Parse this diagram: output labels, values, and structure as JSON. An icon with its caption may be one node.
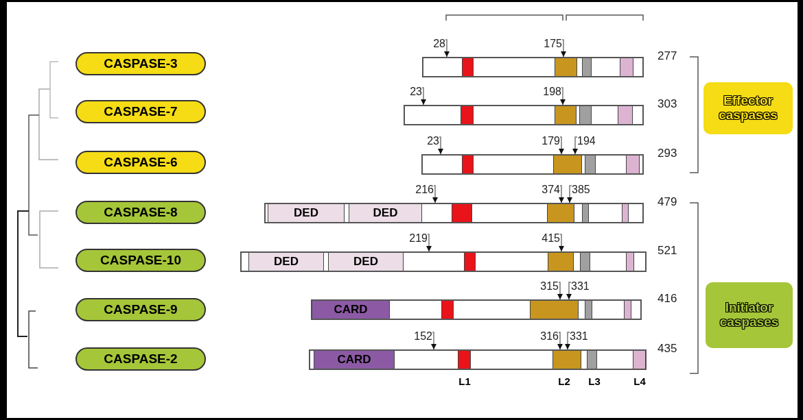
{
  "diagram": {
    "nodes": [
      {
        "text": [
          "CASPASE-3"
        ]
      },
      {
        "text": [
          "CASPASE-7"
        ]
      },
      {
        "text": [
          "CASPASE-6"
        ]
      },
      {
        "text": [
          "CASPASE-8"
        ]
      },
      {
        "text": [
          "CASPASE-10"
        ]
      },
      {
        "text": [
          "CASPASE-9"
        ]
      },
      {
        "text": [
          "CASPASE-2"
        ]
      },
      {
        "text": [],
        "shape": "bar",
        "beside": [
          "277"
        ]
      },
      {
        "text": [],
        "shape": "bar",
        "beside": [
          "303"
        ]
      },
      {
        "text": [],
        "shape": "bar",
        "beside": [
          "293"
        ]
      },
      {
        "text": [],
        "shape": "bar",
        "beside": [
          "479"
        ]
      },
      {
        "text": [],
        "shape": "bar",
        "beside": [
          "521"
        ]
      },
      {
        "text": [],
        "shape": "bar",
        "beside": [
          "416"
        ]
      },
      {
        "text": [],
        "shape": "bar",
        "beside": [
          "435"
        ]
      },
      {
        "text": [
          "DED"
        ],
        "in": 10
      },
      {
        "text": [
          "DED"
        ],
        "in": 10
      },
      {
        "text": [
          "DED"
        ],
        "in": 11
      },
      {
        "text": [
          "DED"
        ],
        "in": 11
      },
      {
        "text": [
          "CARD"
        ],
        "in": 12
      },
      {
        "text": [
          "CARD"
        ],
        "in": 13
      },
      {
        "text": [
          "Effector caspases"
        ]
      },
      {
        "text": [
          "Initiator caspases"
        ]
      },
      {
        "text": [
          "28"
        ]
      },
      {
        "text": [
          "175"
        ]
      },
      {
        "text": [
          "23"
        ]
      },
      {
        "text": [
          "198"
        ]
      },
      {
        "text": [
          "23"
        ]
      },
      {
        "text": [
          "179"
        ]
      },
      {
        "text": [
          "194"
        ]
      },
      {
        "text": [
          "216"
        ]
      },
      {
        "text": [
          "374"
        ]
      },
      {
        "text": [
          "385"
        ]
      },
      {
        "text": [
          "219"
        ]
      },
      {
        "text": [
          "415"
        ]
      },
      {
        "text": [
          "315"
        ]
      },
      {
        "text": [
          "331"
        ]
      },
      {
        "text": [
          "152"
        ]
      },
      {
        "text": [
          "316"
        ]
      },
      {
        "text": [
          "331"
        ]
      }
    ],
    "edges": [
      {
        "from": 22,
        "to": 7,
        "arrow": "to"
      },
      {
        "from": 23,
        "to": 7,
        "arrow": "to"
      },
      {
        "from": 24,
        "to": 8,
        "arrow": "to"
      },
      {
        "from": 25,
        "to": 8,
        "arrow": "to"
      },
      {
        "from": 26,
        "to": 9,
        "arrow": "to"
      },
      {
        "from": 27,
        "to": 9,
        "arrow": "to"
      },
      {
        "from": 28,
        "to": 9,
        "arrow": "to"
      },
      {
        "from": 29,
        "to": 10,
        "arrow": "to"
      },
      {
        "from": 30,
        "to": 10,
        "arrow": "to"
      },
      {
        "from": 31,
        "to": 10,
        "arrow": "to"
      },
      {
        "from": 32,
        "to": 11,
        "arrow": "to"
      },
      {
        "from": 33,
        "to": 11,
        "arrow": "to"
      },
      {
        "from": 34,
        "to": 12,
        "arrow": "to"
      },
      {
        "from": 35,
        "to": 12,
        "arrow": "to"
      },
      {
        "from": 36,
        "to": 13,
        "arrow": "to"
      },
      {
        "from": 37,
        "to": 13,
        "arrow": "to"
      },
      {
        "from": 38,
        "to": 13,
        "arrow": "to"
      }
    ],
    "labels": [
      "L1",
      "L2",
      "L3",
      "L4"
    ]
  }
}
